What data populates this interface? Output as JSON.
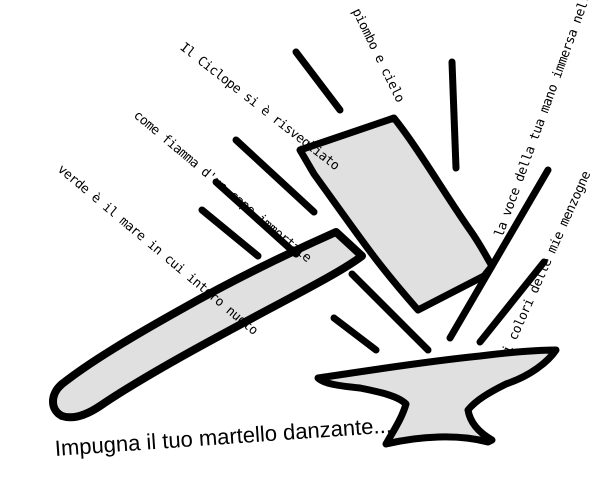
{
  "colors": {
    "fill": "#e0e0e0",
    "stroke": "#000000",
    "background": "#ffffff"
  },
  "texts": {
    "piombo": "piombo e cielo",
    "ciclope": "Il Ciclope si è risvegliato",
    "fiamma": "come fiamma d'un capo immortale",
    "verde": "verde è il mare in cui intero nuoto",
    "voce": "la voce della tua mano immersa nella mia",
    "colori": "i colori delle mie menzogne",
    "caption": "Impugna il tuo martello danzante..."
  }
}
